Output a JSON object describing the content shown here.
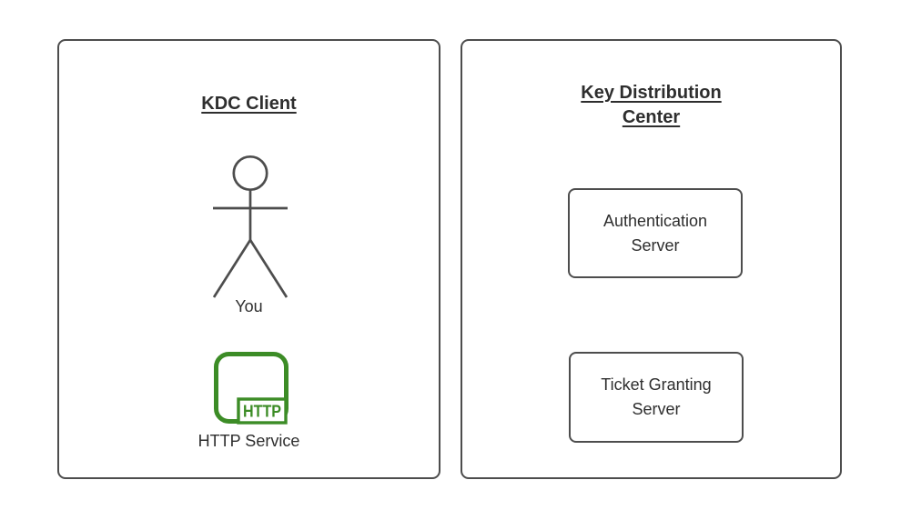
{
  "colors": {
    "background": "#ffffff",
    "stroke": "#4d4d4d",
    "text": "#2e2e2e",
    "green": "#3c8c26"
  },
  "left_panel": {
    "title": "KDC Client",
    "actor_label": "You",
    "service_badge": "HTTP",
    "service_label": "HTTP Service"
  },
  "right_panel": {
    "title": "Key Distribution Center",
    "boxes": [
      {
        "label": "Authentication Server"
      },
      {
        "label": "Ticket Granting Server"
      }
    ]
  }
}
